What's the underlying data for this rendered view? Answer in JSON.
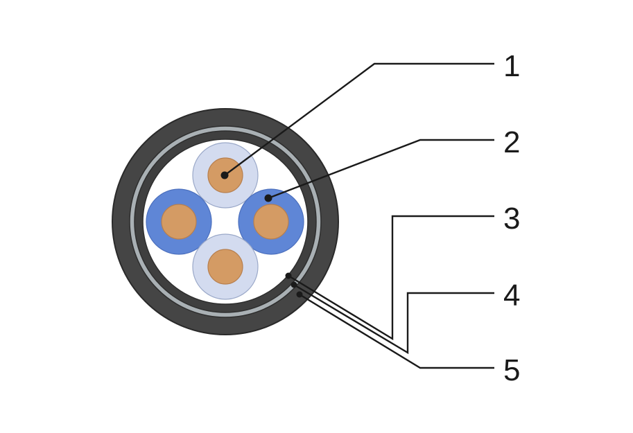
{
  "diagram": {
    "callouts": [
      {
        "label": "1"
      },
      {
        "label": "2"
      },
      {
        "label": "3"
      },
      {
        "label": "4"
      },
      {
        "label": "5"
      }
    ]
  },
  "colors": {
    "outer_sheath": "#454545",
    "armour_band": "#a9b0b4",
    "inner_sheath": "#3f3f3f",
    "filler": "#ffffff",
    "copper": "#d49b64",
    "copper_edge": "#b77f4e",
    "insulation_light": "#d3dbef",
    "insulation_blue": "#5f86d6",
    "line": "#1a1a1a"
  }
}
